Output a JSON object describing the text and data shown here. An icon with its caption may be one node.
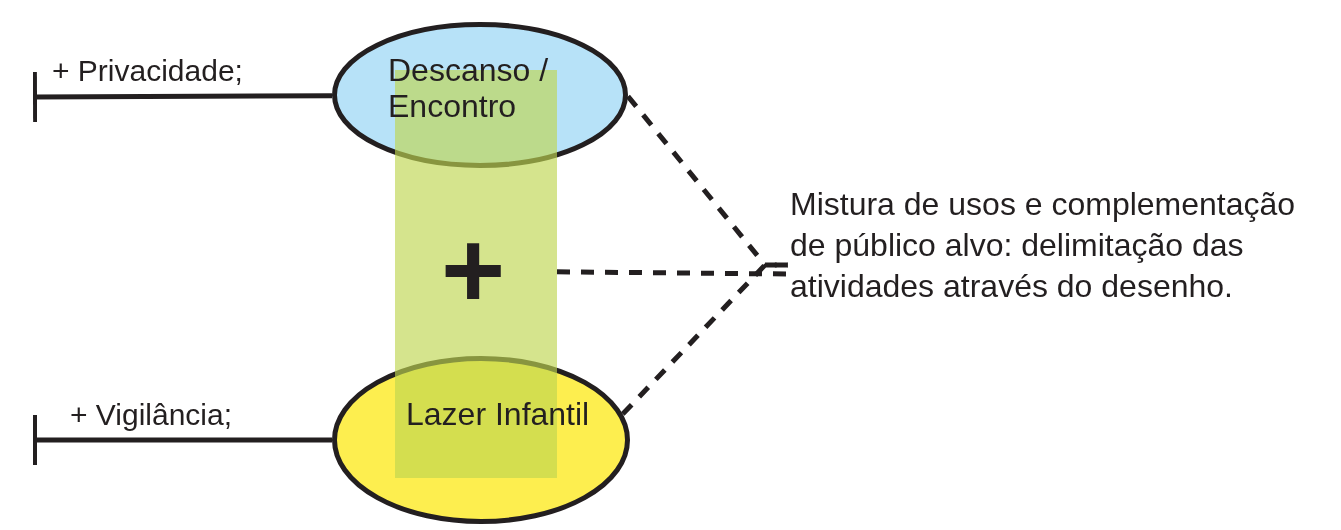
{
  "diagram": {
    "nodes": [
      {
        "text": [
          "Descanso / Encontro"
        ]
      },
      {
        "text": [
          "+"
        ]
      },
      {
        "text": [
          "Lazer Infantil"
        ]
      },
      {
        "text": [
          "Mistura de usos e complementação de público alvo: delimitação das atividades através do desenho."
        ]
      }
    ],
    "edges": [
      {
        "from": 0,
        "to": 3,
        "arrow": "none",
        "style": "dashed"
      },
      {
        "from": 1,
        "to": 3,
        "arrow": "none",
        "style": "dashed"
      },
      {
        "from": 2,
        "to": 3,
        "arrow": "none",
        "style": "dashed"
      },
      {
        "from": 0,
        "to": null,
        "arrow": "other",
        "label": "+ Privacidade;"
      },
      {
        "from": 2,
        "to": null,
        "arrow": "other",
        "label": "+ Vigilância;"
      }
    ]
  }
}
